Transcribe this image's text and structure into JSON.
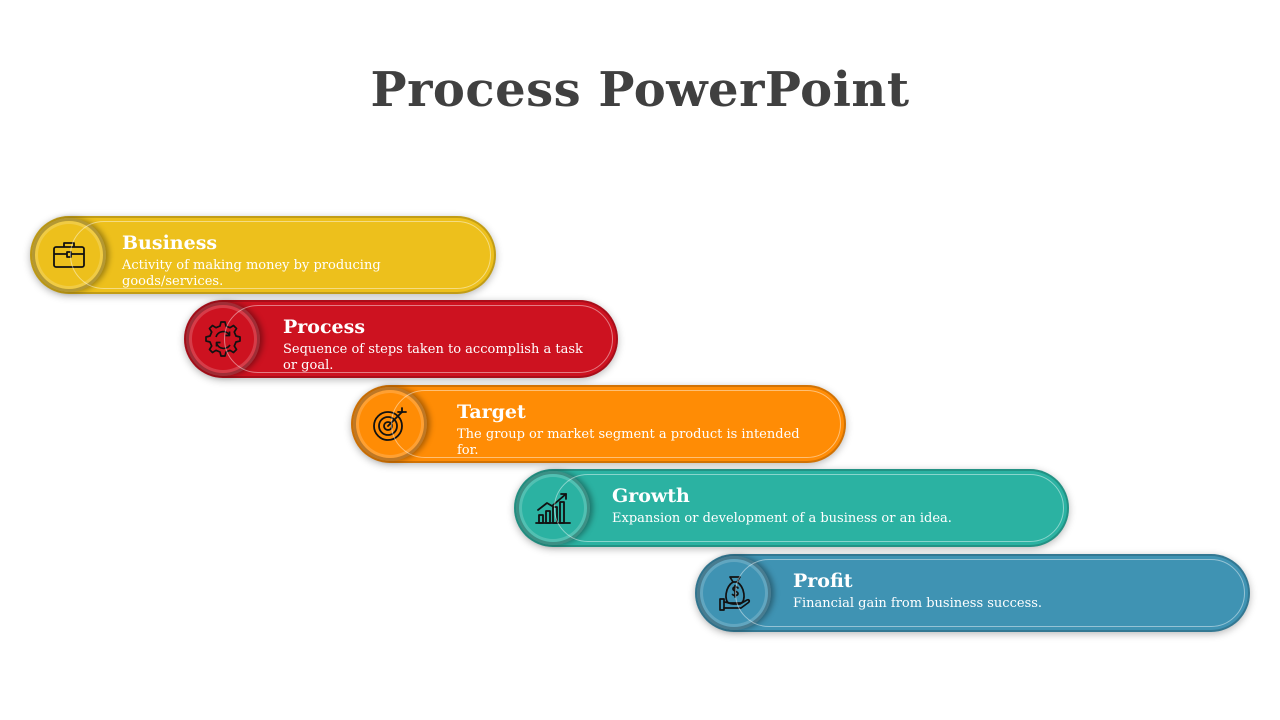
{
  "title": "Process PowerPoint",
  "steps": [
    {
      "title": "Business",
      "description": "Activity of making money by producing goods/services.",
      "color": "#EDC01C",
      "icon": "briefcase-icon"
    },
    {
      "title": "Process",
      "description": "Sequence of steps taken to accomplish a task or goal.",
      "color": "#CD1220",
      "icon": "gear-cycle-icon"
    },
    {
      "title": "Target",
      "description": "The group or market segment a product is intended for.",
      "color": "#FF8C05",
      "icon": "target-icon"
    },
    {
      "title": "Growth",
      "description": "Expansion or development of a business or an idea.",
      "color": "#2BB2A2",
      "icon": "growth-chart-icon"
    },
    {
      "title": "Profit",
      "description": "Financial gain from business success.",
      "color": "#3F93B3",
      "icon": "money-bag-hand-icon"
    }
  ]
}
